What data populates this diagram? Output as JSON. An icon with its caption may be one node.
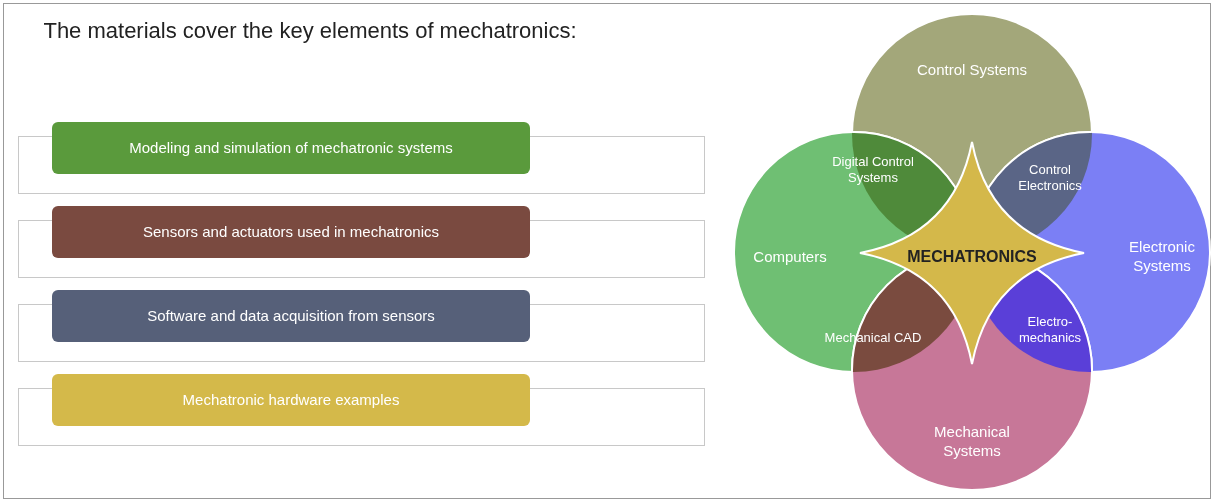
{
  "diagram": {
    "title": "The materials cover the key elements of mechatronics:",
    "nodes": [
      {
        "text": [
          "Modeling and simulation of mechatronic systems"
        ]
      },
      {
        "text": [
          "Sensors and actuators used in mechatronics"
        ]
      },
      {
        "text": [
          "Software and data acquisition from sensors"
        ]
      },
      {
        "text": [
          "Mechatronic hardware examples"
        ]
      },
      {
        "text": [
          "Control Systems"
        ]
      },
      {
        "text": [
          "Computers"
        ]
      },
      {
        "text": [
          "Electronic Systems"
        ]
      },
      {
        "text": [
          "Mechanical Systems"
        ]
      },
      {
        "text": [
          "Digital Control Systems"
        ]
      },
      {
        "text": [
          "Control Electronics"
        ]
      },
      {
        "text": [
          "Mechanical CAD"
        ]
      },
      {
        "text": [
          "Electro-mechanics"
        ]
      },
      {
        "text": [
          "MECHATRONICS"
        ]
      }
    ],
    "edges": []
  }
}
